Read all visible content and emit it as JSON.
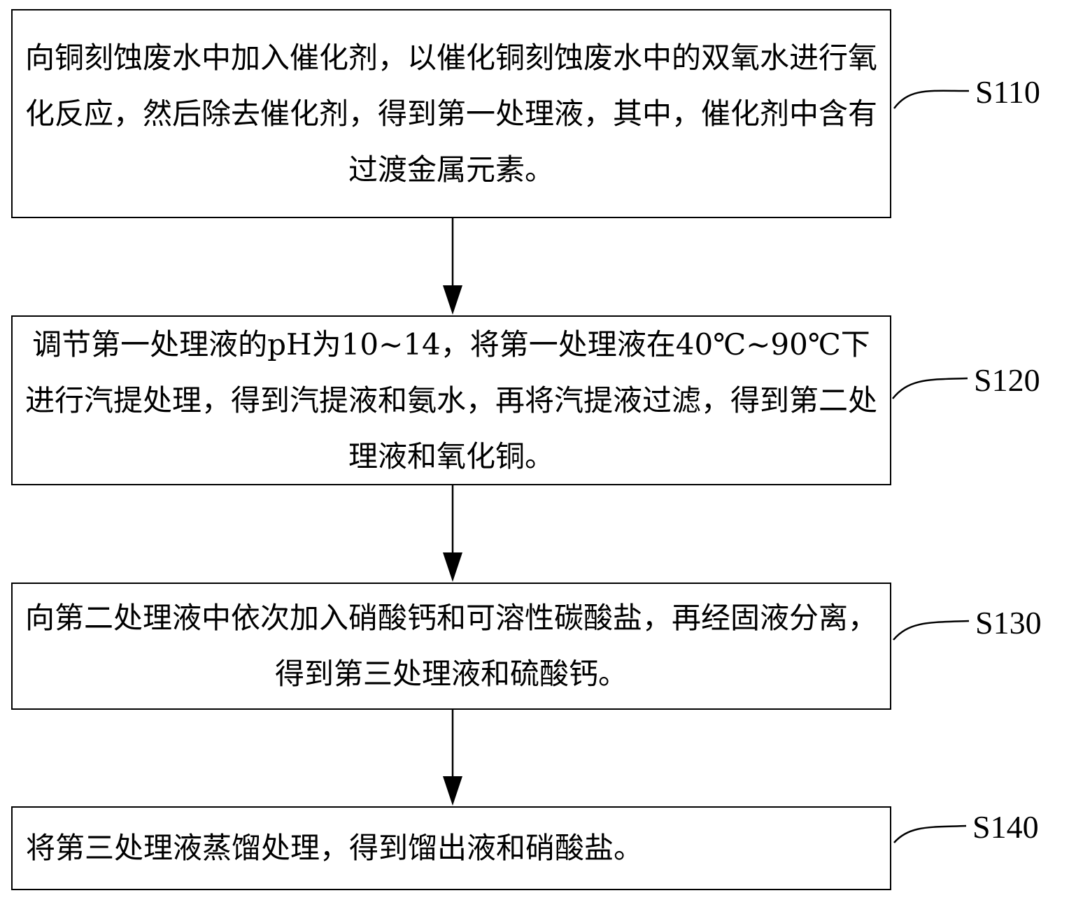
{
  "steps": [
    {
      "id": "S110",
      "label": "S110",
      "text": "向铜刻蚀废水中加入催化剂，以催化铜刻蚀废水中的双氧水进行氧化反应，然后除去催化剂，得到第一处理液，其中，催化剂中含有过渡金属元素。"
    },
    {
      "id": "S120",
      "label": "S120",
      "text": "调节第一处理液的pH为10~14，将第一处理液在40℃~90℃下进行汽提处理，得到汽提液和氨水，再将汽提液过滤，得到第二处理液和氧化铜。"
    },
    {
      "id": "S130",
      "label": "S130",
      "text": "向第二处理液中依次加入硝酸钙和可溶性碳酸盐，再经固液分离，得到第三处理液和硫酸钙。"
    },
    {
      "id": "S140",
      "label": "S140",
      "text": "将第三处理液蒸馏处理，得到馏出液和硝酸盐。"
    }
  ]
}
